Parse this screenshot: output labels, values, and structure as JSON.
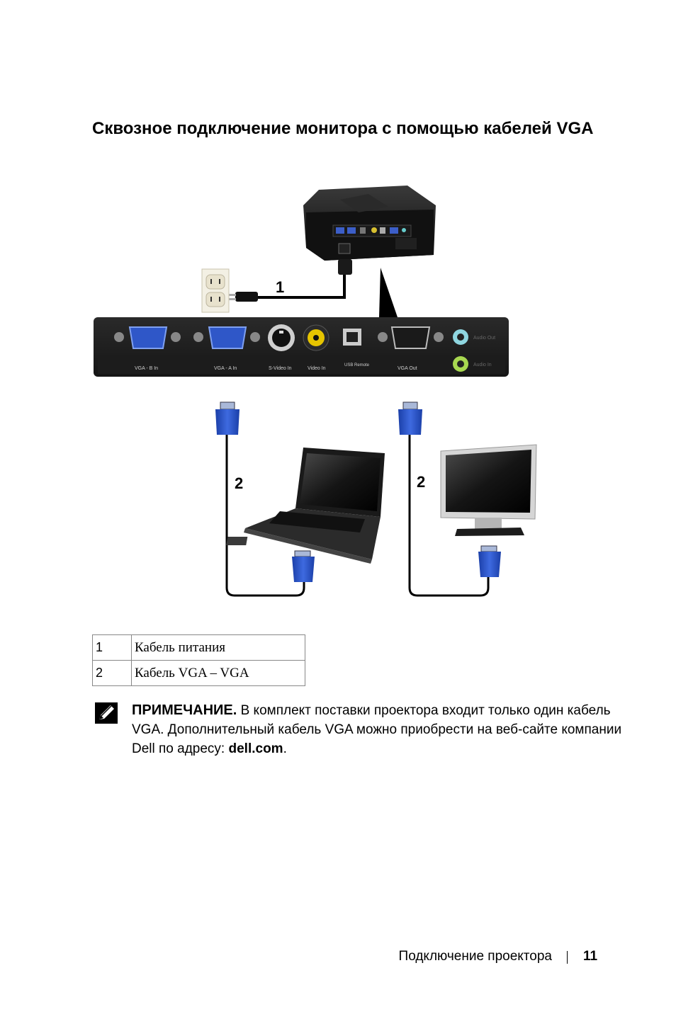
{
  "title": "Сквозное подключение монитора с помощью кабелей VGA",
  "figure": {
    "callouts": [
      "1",
      "2",
      "2"
    ],
    "ports": [
      "VGA - B In",
      "VGA - A In",
      "S-Video In",
      "Video In",
      "USB Remote",
      "VGA Out",
      "Audio Out",
      "Audio In"
    ]
  },
  "legend": [
    {
      "num": "1",
      "desc": "Кабель питания"
    },
    {
      "num": "2",
      "desc": "Кабель VGA – VGA"
    }
  ],
  "note": {
    "label": "ПРИМЕЧАНИЕ.",
    "text_before": " В комплект поставки проектора входит только один кабель VGA. Дополнительный кабель VGA можно приобрести на веб-сайте компании Dell по адресу: ",
    "link": "dell.com",
    "text_after": "."
  },
  "footer": {
    "section": "Подключение проектора",
    "page": "11"
  }
}
